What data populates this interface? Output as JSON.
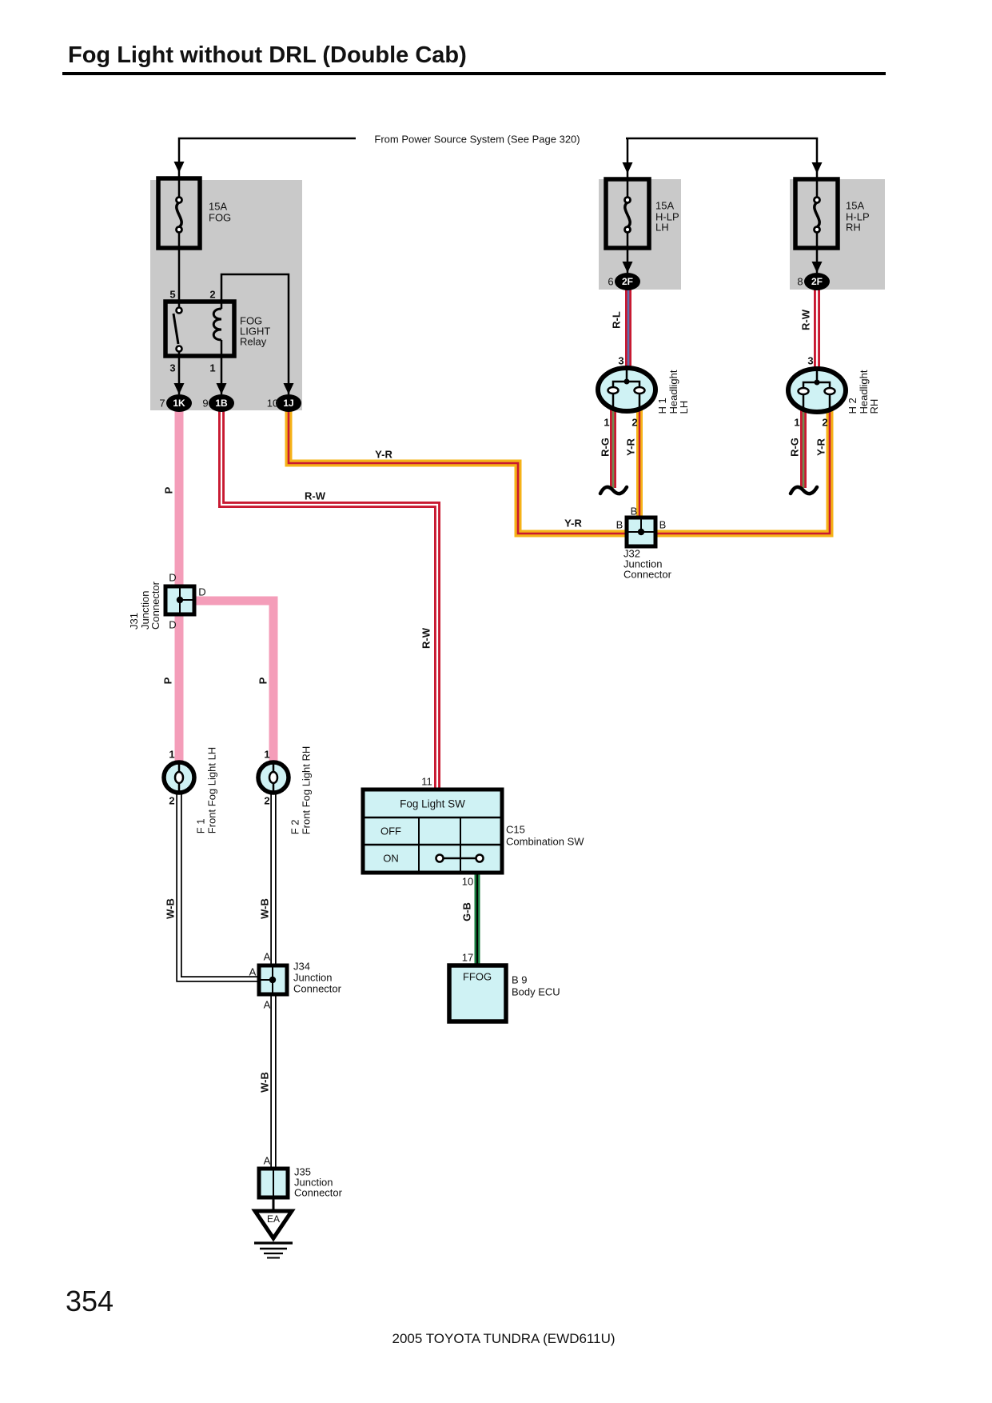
{
  "title": "Fog Light without DRL (Double Cab)",
  "power_note": "From Power Source System (See Page 320)",
  "page_number": "354",
  "footer": "2005 TOYOTA TUNDRA (EWD611U)",
  "colors": {
    "wire_pink": "#F49DB9",
    "wire_red": "#C81931",
    "wire_orange": "#F5B318",
    "stripe_blue": "#5F6FAE",
    "stripe_green": "#6F8A52",
    "wire_green": "#177A3D",
    "component_fill": "#CFF2F4",
    "panel_gray": "#C9C9C9"
  },
  "fuses": {
    "fog": {
      "line1": "15A",
      "line2": "FOG"
    },
    "hlp_lh": {
      "line1": "15A",
      "line2": "H-LP",
      "line3": "LH"
    },
    "hlp_rh": {
      "line1": "15A",
      "line2": "H-LP",
      "line3": "RH"
    }
  },
  "relay": {
    "line1": "FOG",
    "line2": "LIGHT",
    "line3": "Relay",
    "pin5": "5",
    "pin2": "2",
    "pin3": "3",
    "pin1": "1"
  },
  "connectors": {
    "c1k_pin": "7",
    "c1k": "1K",
    "c1b_pin": "9",
    "c1b": "1B",
    "c1j_pin": "10",
    "c1j": "1J",
    "c2f_lh_pin": "6",
    "c2f_lh": "2F",
    "c2f_rh_pin": "8",
    "c2f_rh": "2F"
  },
  "headlight_lh": {
    "pin3": "3",
    "pin1": "1",
    "pin2": "2",
    "name1": "H 1",
    "name2": "Headlight",
    "name3": "LH"
  },
  "headlight_rh": {
    "pin3": "3",
    "pin1": "1",
    "pin2": "2",
    "name1": "H 2",
    "name2": "Headlight",
    "name3": "RH"
  },
  "fog_lh": {
    "pin1": "1",
    "pin2": "2",
    "name1": "F 1",
    "name2": "Front Fog Light LH"
  },
  "fog_rh": {
    "pin1": "1",
    "pin2": "2",
    "name1": "F 2",
    "name2": "Front Fog Light RH"
  },
  "j31": {
    "name": "J31",
    "l2": "Junction",
    "l3": "Connector",
    "pin_top": "D",
    "pin_right": "D",
    "pin_bottom": "D"
  },
  "j32": {
    "name": "J32",
    "l2": "Junction",
    "l3": "Connector",
    "pin_top": "B",
    "pin_left": "B",
    "pin_right": "B"
  },
  "j34": {
    "name": "J34",
    "l2": "Junction",
    "l3": "Connector",
    "pin_top": "A",
    "pin_left": "A",
    "pin_bottom": "A"
  },
  "j35": {
    "name": "J35",
    "l2": "Junction",
    "l3": "Connector",
    "pin_top": "A"
  },
  "switch": {
    "title": "Fog Light SW",
    "row_off": "OFF",
    "row_on": "ON",
    "pin11": "11",
    "pin10": "10",
    "pin17": "17",
    "ref_code": "C15",
    "ref_name": "Combination SW"
  },
  "ecu": {
    "terminal": "FFOG",
    "ref_code": "B 9",
    "ref_name": "Body ECU"
  },
  "ground_label": "EA",
  "wires": {
    "p": "P",
    "rw": "R-W",
    "yr": "Y-R",
    "rl": "R-L",
    "rg": "R-G",
    "wb": "W-B",
    "gb": "G-B"
  }
}
